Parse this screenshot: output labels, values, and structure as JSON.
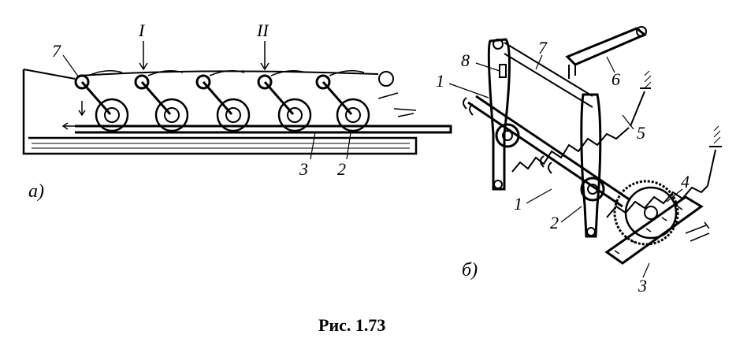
{
  "figure": {
    "caption": "Рис. 1.73",
    "part_a": {
      "tag": "а)",
      "position_labels": [
        "I",
        "II"
      ],
      "part_numbers": {
        "lever": "7",
        "rail": "3",
        "wheel": "2"
      }
    },
    "part_b": {
      "tag": "б)",
      "part_numbers": {
        "top_link": "7",
        "bracket": "8",
        "shaft_upper": "1",
        "shaft_lower": "1",
        "bar": "6",
        "spring": "5",
        "gear": "4",
        "lever": "2",
        "rack": "3"
      }
    }
  }
}
